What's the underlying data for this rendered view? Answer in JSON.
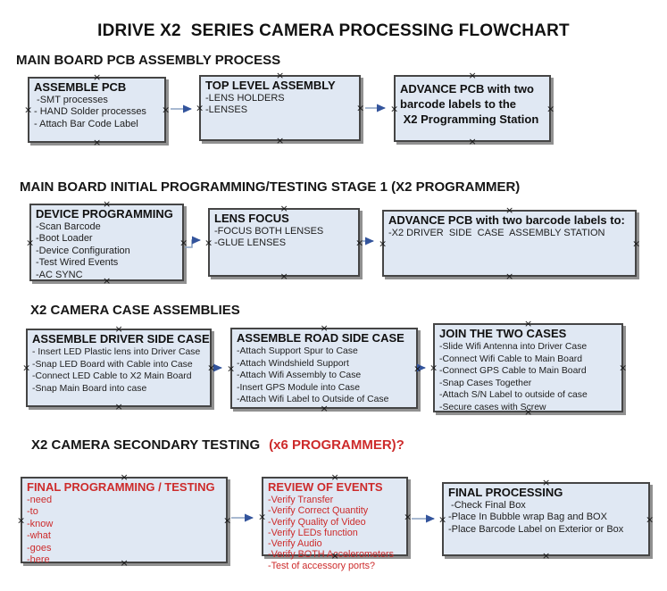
{
  "title": "IDRIVE X2  SERIES CAMERA PROCESSING FLOWCHART",
  "colors": {
    "red_accent": "#cd2b2b",
    "box_fill": "#e0e8f3",
    "box_border": "#454545",
    "box_shadow": "#919191",
    "arrow_line": "#8ba2c2",
    "arrow_head": "#33549c"
  },
  "icons": {
    "selection_handle_glyph": "×"
  },
  "sections": [
    {
      "header": "MAIN BOARD PCB ASSEMBLY PROCESS",
      "boxes": [
        {
          "title": "ASSEMBLE PCB",
          "lines": [
            " -SMT processes",
            "- HAND Solder processes",
            "- Attach Bar Code Label"
          ]
        },
        {
          "title": "TOP LEVEL ASSEMBLY",
          "lines": [
            "-LENS HOLDERS",
            "-LENSES"
          ]
        },
        {
          "title_lines": [
            "ADVANCE PCB with two",
            "barcode labels to the",
            " X2 Programming Station"
          ]
        }
      ]
    },
    {
      "header": "MAIN BOARD INITIAL PROGRAMMING/TESTING STAGE 1 (X2 PROGRAMMER)",
      "boxes": [
        {
          "title": "DEVICE PROGRAMMING",
          "lines": [
            "-Scan Barcode",
            "-Boot Loader",
            "-Device Configuration",
            "-Test Wired Events",
            "-AC SYNC"
          ]
        },
        {
          "title": "LENS FOCUS",
          "lines": [
            "-FOCUS BOTH LENSES",
            "-GLUE LENSES"
          ]
        },
        {
          "title": "ADVANCE PCB with two barcode labels to:",
          "lines": [
            "-X2 DRIVER  SIDE  CASE  ASSEMBLY STATION"
          ]
        }
      ]
    },
    {
      "header": "X2 CAMERA CASE ASSEMBLIES",
      "boxes": [
        {
          "title": "ASSEMBLE DRIVER SIDE CASE",
          "lines": [
            "- Insert LED Plastic lens into Driver Case",
            "-Snap LED Board with Cable into Case",
            "-Connect LED Cable to X2 Main Board",
            "-Snap Main Board into case"
          ]
        },
        {
          "title": "ASSEMBLE ROAD SIDE CASE",
          "lines": [
            "-Attach Support Spur to Case",
            "-Attach Windshield Support",
            "-Attach Wifi Assembly to Case",
            "-Insert GPS Module into Case",
            "-Attach Wifi Label to Outside of Case"
          ]
        },
        {
          "title": "JOIN THE TWO CASES",
          "lines": [
            "-Slide Wifi Antenna into Driver Case",
            "-Connect Wifi Cable to Main Board",
            "-Connect GPS Cable to Main Board",
            "-Snap Cases Together",
            "-Attach S/N Label to outside of case",
            "-Secure cases with Screw"
          ]
        }
      ]
    },
    {
      "header": "X2 CAMERA SECONDARY TESTING",
      "header_red": "(x6 PROGRAMMER)?",
      "boxes": [
        {
          "title": "FINAL PROGRAMMING / TESTING",
          "lines": [
            "-need",
            "-to",
            "-know",
            "-what",
            "-goes",
            "-here"
          ]
        },
        {
          "title": "REVIEW OF EVENTS",
          "lines": [
            "-Verify Transfer",
            "-Verify Correct Quantity",
            "-Verify Quality of Video",
            "-Verify LEDs function",
            "-Verify Audio",
            "-Verify BOTH Accelerometers",
            "-Test of accessory ports?"
          ]
        },
        {
          "title": "FINAL PROCESSING",
          "lines": [
            " -Check Final Box",
            "-Place In Bubble wrap Bag and BOX",
            "-Place Barcode Label on Exterior or Box"
          ]
        }
      ]
    }
  ]
}
